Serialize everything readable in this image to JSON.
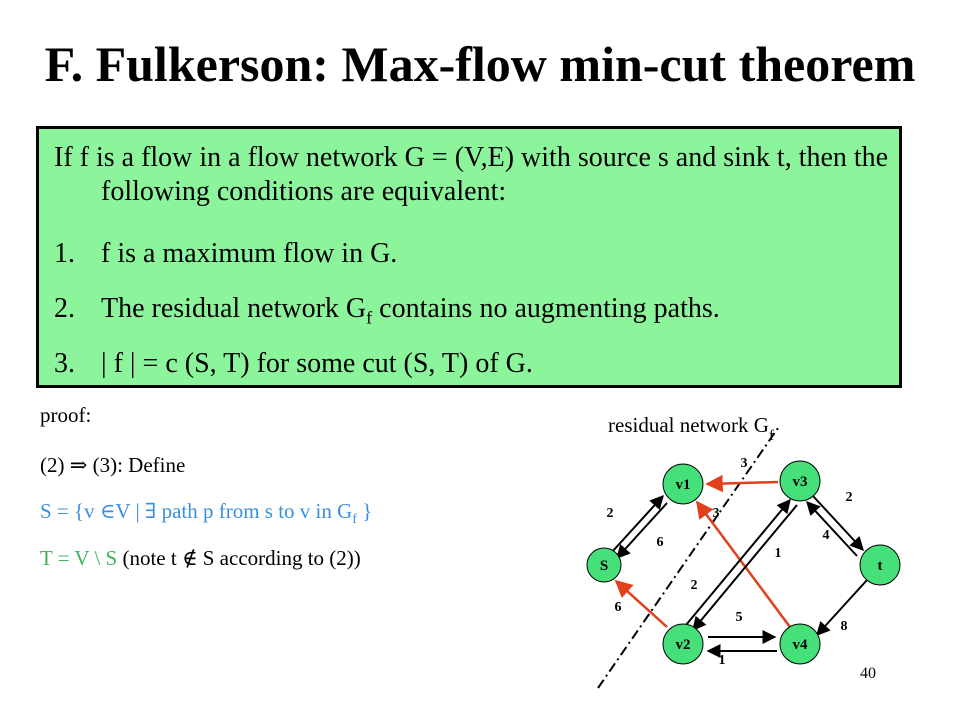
{
  "slide": {
    "title": "F. Fulkerson: Max-flow min-cut theorem",
    "theorem": {
      "intro": "If f is a flow in a flow network G = (V,E) with source s and sink t, then the following conditions are equivalent:",
      "conditions": [
        {
          "num": "1.",
          "text": "f is a maximum  flow in G."
        },
        {
          "num": "2.",
          "text_pre": "The residual network G",
          "text_sub": "f",
          "text_post": " contains no augmenting paths."
        },
        {
          "num": "3.",
          "text": "| f | = c (S, T)  for some cut (S, T) of G."
        }
      ]
    },
    "proof": {
      "label": "proof:",
      "step_pre": "(2) ",
      "step_arrow": "⇒",
      "step_post": " (3): Define",
      "s_def_pre": "S = {v ",
      "s_def_in": "∈",
      "s_def_mid": "V |  ",
      "s_def_exists": "∃",
      "s_def_path": " path p from s to v in G",
      "s_def_sub": "f",
      "s_def_end": " }",
      "t_def": "T = V \\ S",
      "t_note_pre": "  (note t ",
      "t_note_notin": "∉",
      "t_note_post": " S according to (2))"
    },
    "slide_number": "40"
  },
  "graph": {
    "caption": "residual network G",
    "caption_sub": "f",
    "colors": {
      "node": "#45e07a",
      "red_edge": "#e0401a",
      "black_edge": "#000000"
    },
    "nodes": [
      {
        "id": "S",
        "label": "S"
      },
      {
        "id": "v1",
        "label": "v1"
      },
      {
        "id": "v2",
        "label": "v2"
      },
      {
        "id": "v3",
        "label": "v3"
      },
      {
        "id": "v4",
        "label": "v4"
      },
      {
        "id": "t",
        "label": "t"
      }
    ],
    "edge_labels": [
      "3",
      "2",
      "3",
      "6",
      "2",
      "1",
      "4",
      "2",
      "6",
      "5",
      "8",
      "1"
    ]
  }
}
